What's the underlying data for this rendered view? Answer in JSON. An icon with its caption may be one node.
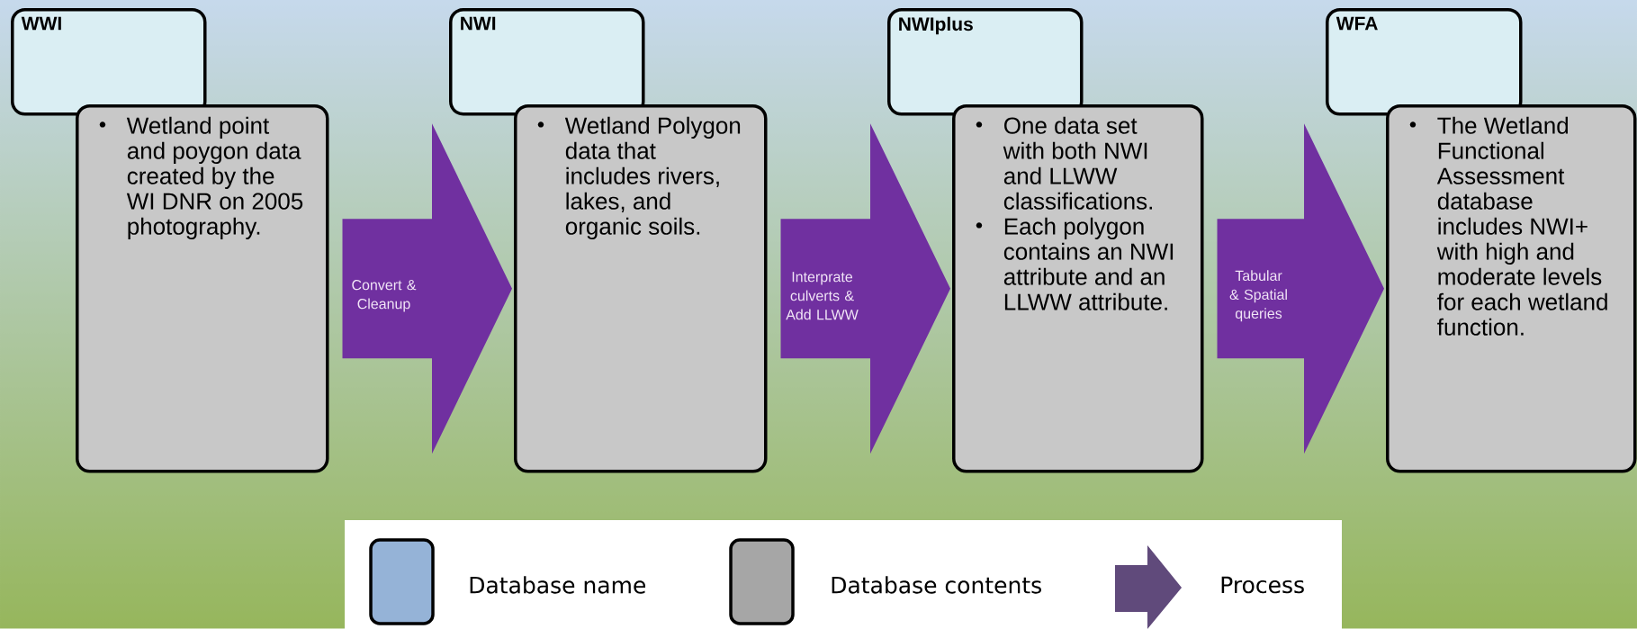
{
  "diagram": {
    "nodes": [
      {
        "text": [
          "WWI"
        ]
      },
      {
        "text": [
          "Wetland point and poygon data created by the WI DNR on 2005 photography."
        ]
      },
      {
        "text": [
          "NWI"
        ]
      },
      {
        "text": [
          "Wetland Polygon data that includes rivers, lakes, and organic soils."
        ]
      },
      {
        "text": [
          "NWIplus"
        ]
      },
      {
        "text": [
          "One data set with both NWI and LLWW classifications.",
          "Each polygon contains an NWI attribute and an LLWW attribute."
        ]
      },
      {
        "text": [
          "WFA"
        ]
      },
      {
        "text": [
          "The Wetland Functional Assessment database includes NWI+ with high and moderate levels for each wetland function."
        ]
      }
    ],
    "edges": [
      {
        "from": 1,
        "to": 3,
        "arrow": "to",
        "label": "Convert & Cleanup"
      },
      {
        "from": 3,
        "to": 5,
        "arrow": "to",
        "label": "Interprate culverts & Add LLWW"
      },
      {
        "from": 5,
        "to": 7,
        "arrow": "to",
        "label": "Tabular & Spatial queries"
      }
    ],
    "legend": [
      {
        "text": "Database name",
        "color": "#95b3d7"
      },
      {
        "text": "Database contents",
        "color": "#a6a6a6"
      },
      {
        "text": "Process",
        "color": "#604a7b"
      }
    ]
  }
}
